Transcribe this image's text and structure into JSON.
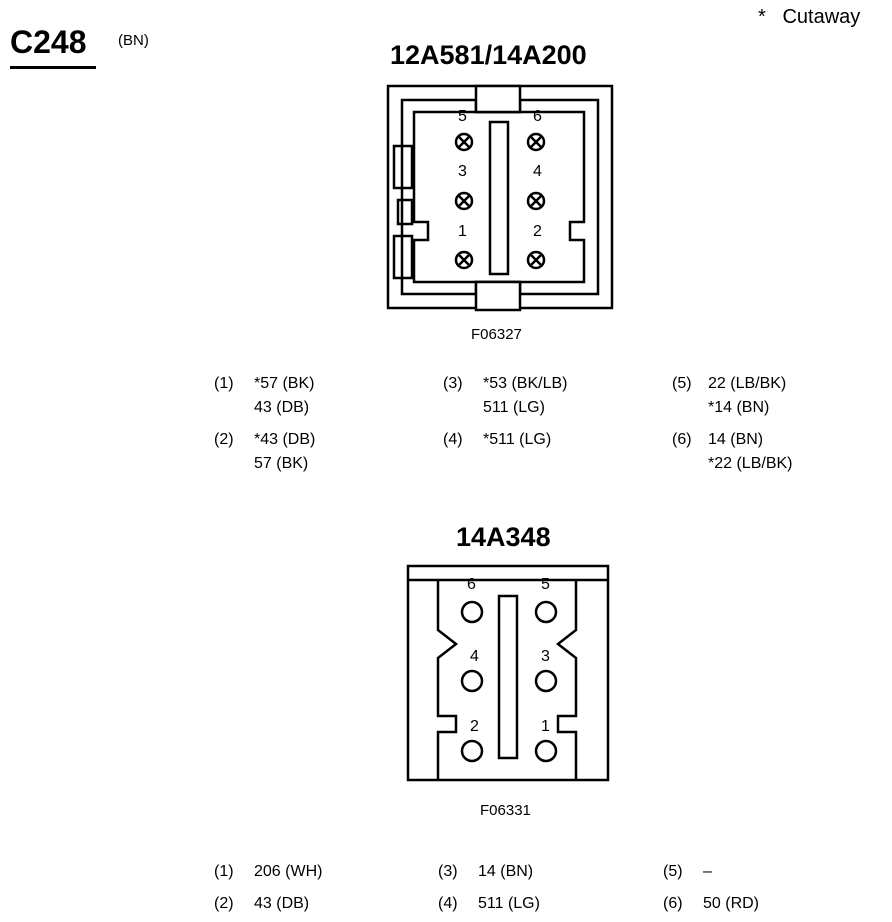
{
  "legend": "*   Cutaway",
  "connector": {
    "id": "C248",
    "color": "(BN)"
  },
  "top_connector": {
    "part_number": "12A581/14A200",
    "figure_id": "F06327",
    "pin_labels": [
      "5",
      "6",
      "3",
      "4",
      "1",
      "2"
    ],
    "pins": [
      {
        "num": "(1)",
        "wires": [
          "*57 (BK)",
          "43 (DB)"
        ]
      },
      {
        "num": "(2)",
        "wires": [
          "*43 (DB)",
          "57 (BK)"
        ]
      },
      {
        "num": "(3)",
        "wires": [
          "*53 (BK/LB)",
          "511 (LG)"
        ]
      },
      {
        "num": "(4)",
        "wires": [
          "*511 (LG)"
        ]
      },
      {
        "num": "(5)",
        "wires": [
          "22 (LB/BK)",
          "*14 (BN)"
        ]
      },
      {
        "num": "(6)",
        "wires": [
          "14 (BN)",
          "*22 (LB/BK)"
        ]
      }
    ]
  },
  "bottom_connector": {
    "part_number": "14A348",
    "figure_id": "F06331",
    "pin_labels": [
      "6",
      "5",
      "4",
      "3",
      "2",
      "1"
    ],
    "pins": [
      {
        "num": "(1)",
        "wire": "206 (WH)"
      },
      {
        "num": "(2)",
        "wire": "43 (DB)"
      },
      {
        "num": "(3)",
        "wire": "14 (BN)"
      },
      {
        "num": "(4)",
        "wire": "511 (LG)"
      },
      {
        "num": "(5)",
        "wire": "–"
      },
      {
        "num": "(6)",
        "wire": "50 (RD)"
      }
    ]
  }
}
